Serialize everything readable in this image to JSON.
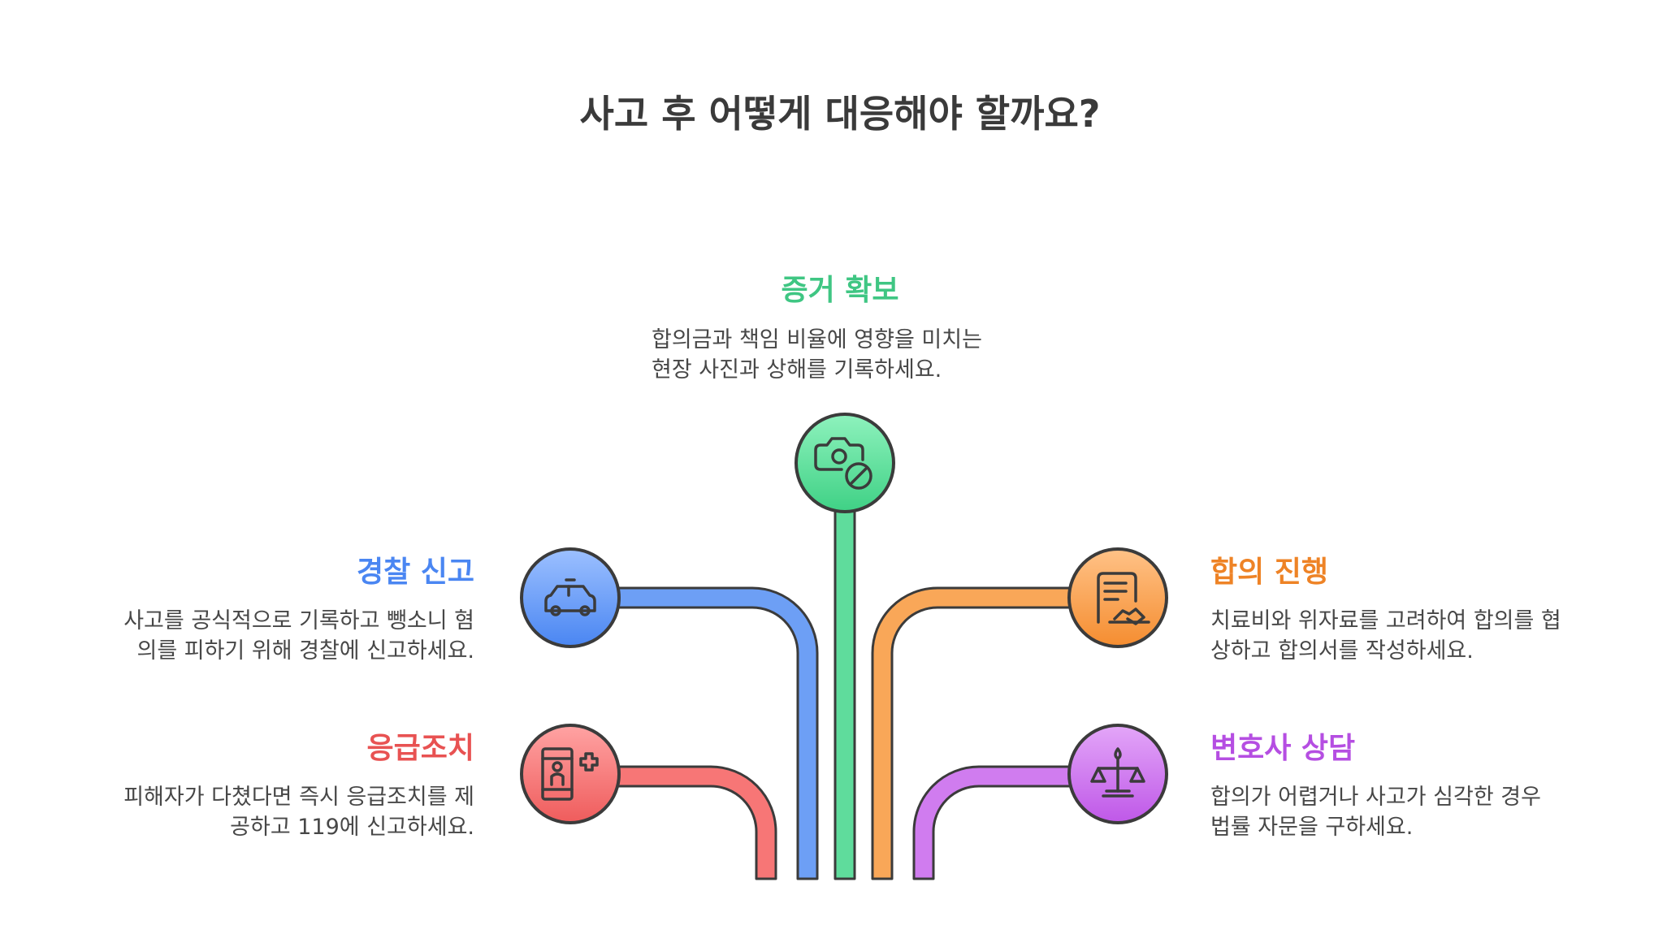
{
  "title": "사고 후 어떻게 대응해야 할까요?",
  "steps": {
    "evidence": {
      "heading": "증거 확보",
      "desc_lines": [
        "합의금과 책임 비율에 영향을 미치는",
        "현장 사진과 상해를 기록하세요."
      ],
      "icon": "camera-prohibited-icon",
      "color": "#4fd891"
    },
    "police": {
      "heading": "경찰 신고",
      "desc_lines": [
        "사고를 공식적으로 기록하고 뺑소니 혐",
        "의를 피하기 위해 경찰에 신고하세요."
      ],
      "icon": "police-car-icon",
      "color": "#4f8ef5"
    },
    "first_aid": {
      "heading": "응급조치",
      "desc_lines": [
        "피해자가 다쳤다면 즉시 응급조치를 제",
        "공하고 119에 신고하세요."
      ],
      "icon": "first-aid-person-icon",
      "color": "#f26b6b"
    },
    "settlement": {
      "heading": "합의 진행",
      "desc_lines": [
        "치료비와 위자료를 고려하여 합의를 협",
        "상하고 합의서를 작성하세요."
      ],
      "icon": "document-handshake-icon",
      "color": "#f5963f"
    },
    "lawyer": {
      "heading": "변호사 상담",
      "desc_lines": [
        "합의가 어렵거나 사고가 심각한 경우",
        "법률 자문을 구하세요."
      ],
      "icon": "scales-icon",
      "color": "#c462ea"
    }
  }
}
